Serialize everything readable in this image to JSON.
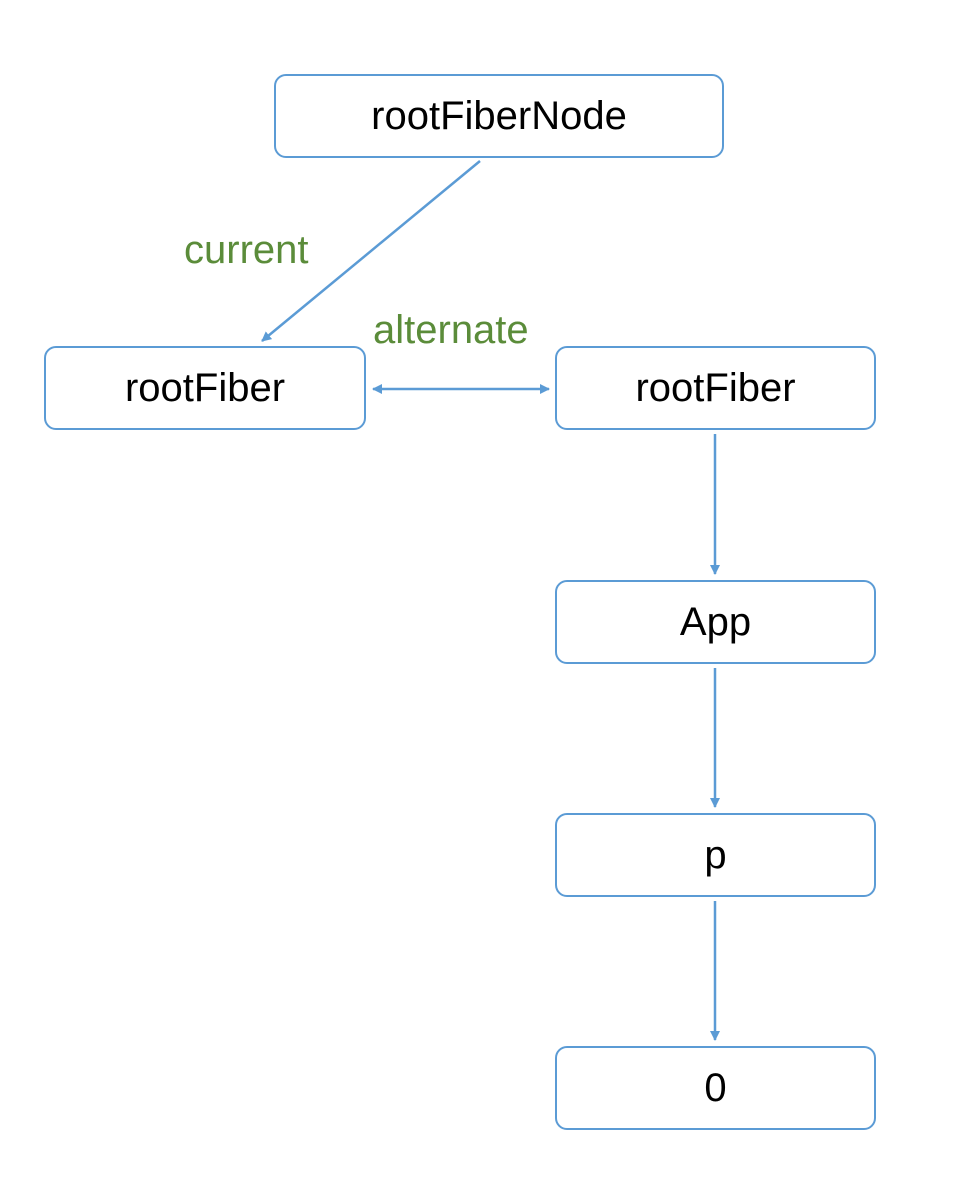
{
  "diagram": {
    "nodes": {
      "root_fiber_node": "rootFiberNode",
      "current_root_fiber": "rootFiber",
      "wip_root_fiber": "rootFiber",
      "app": "App",
      "p": "p",
      "zero": "0"
    },
    "edges": {
      "current_label": "current",
      "alternate_label": "alternate"
    }
  },
  "colors": {
    "node_border": "#5b9bd5",
    "arrow": "#5b9bd5",
    "edge_label": "#5b8c3a",
    "node_text": "#000000"
  }
}
